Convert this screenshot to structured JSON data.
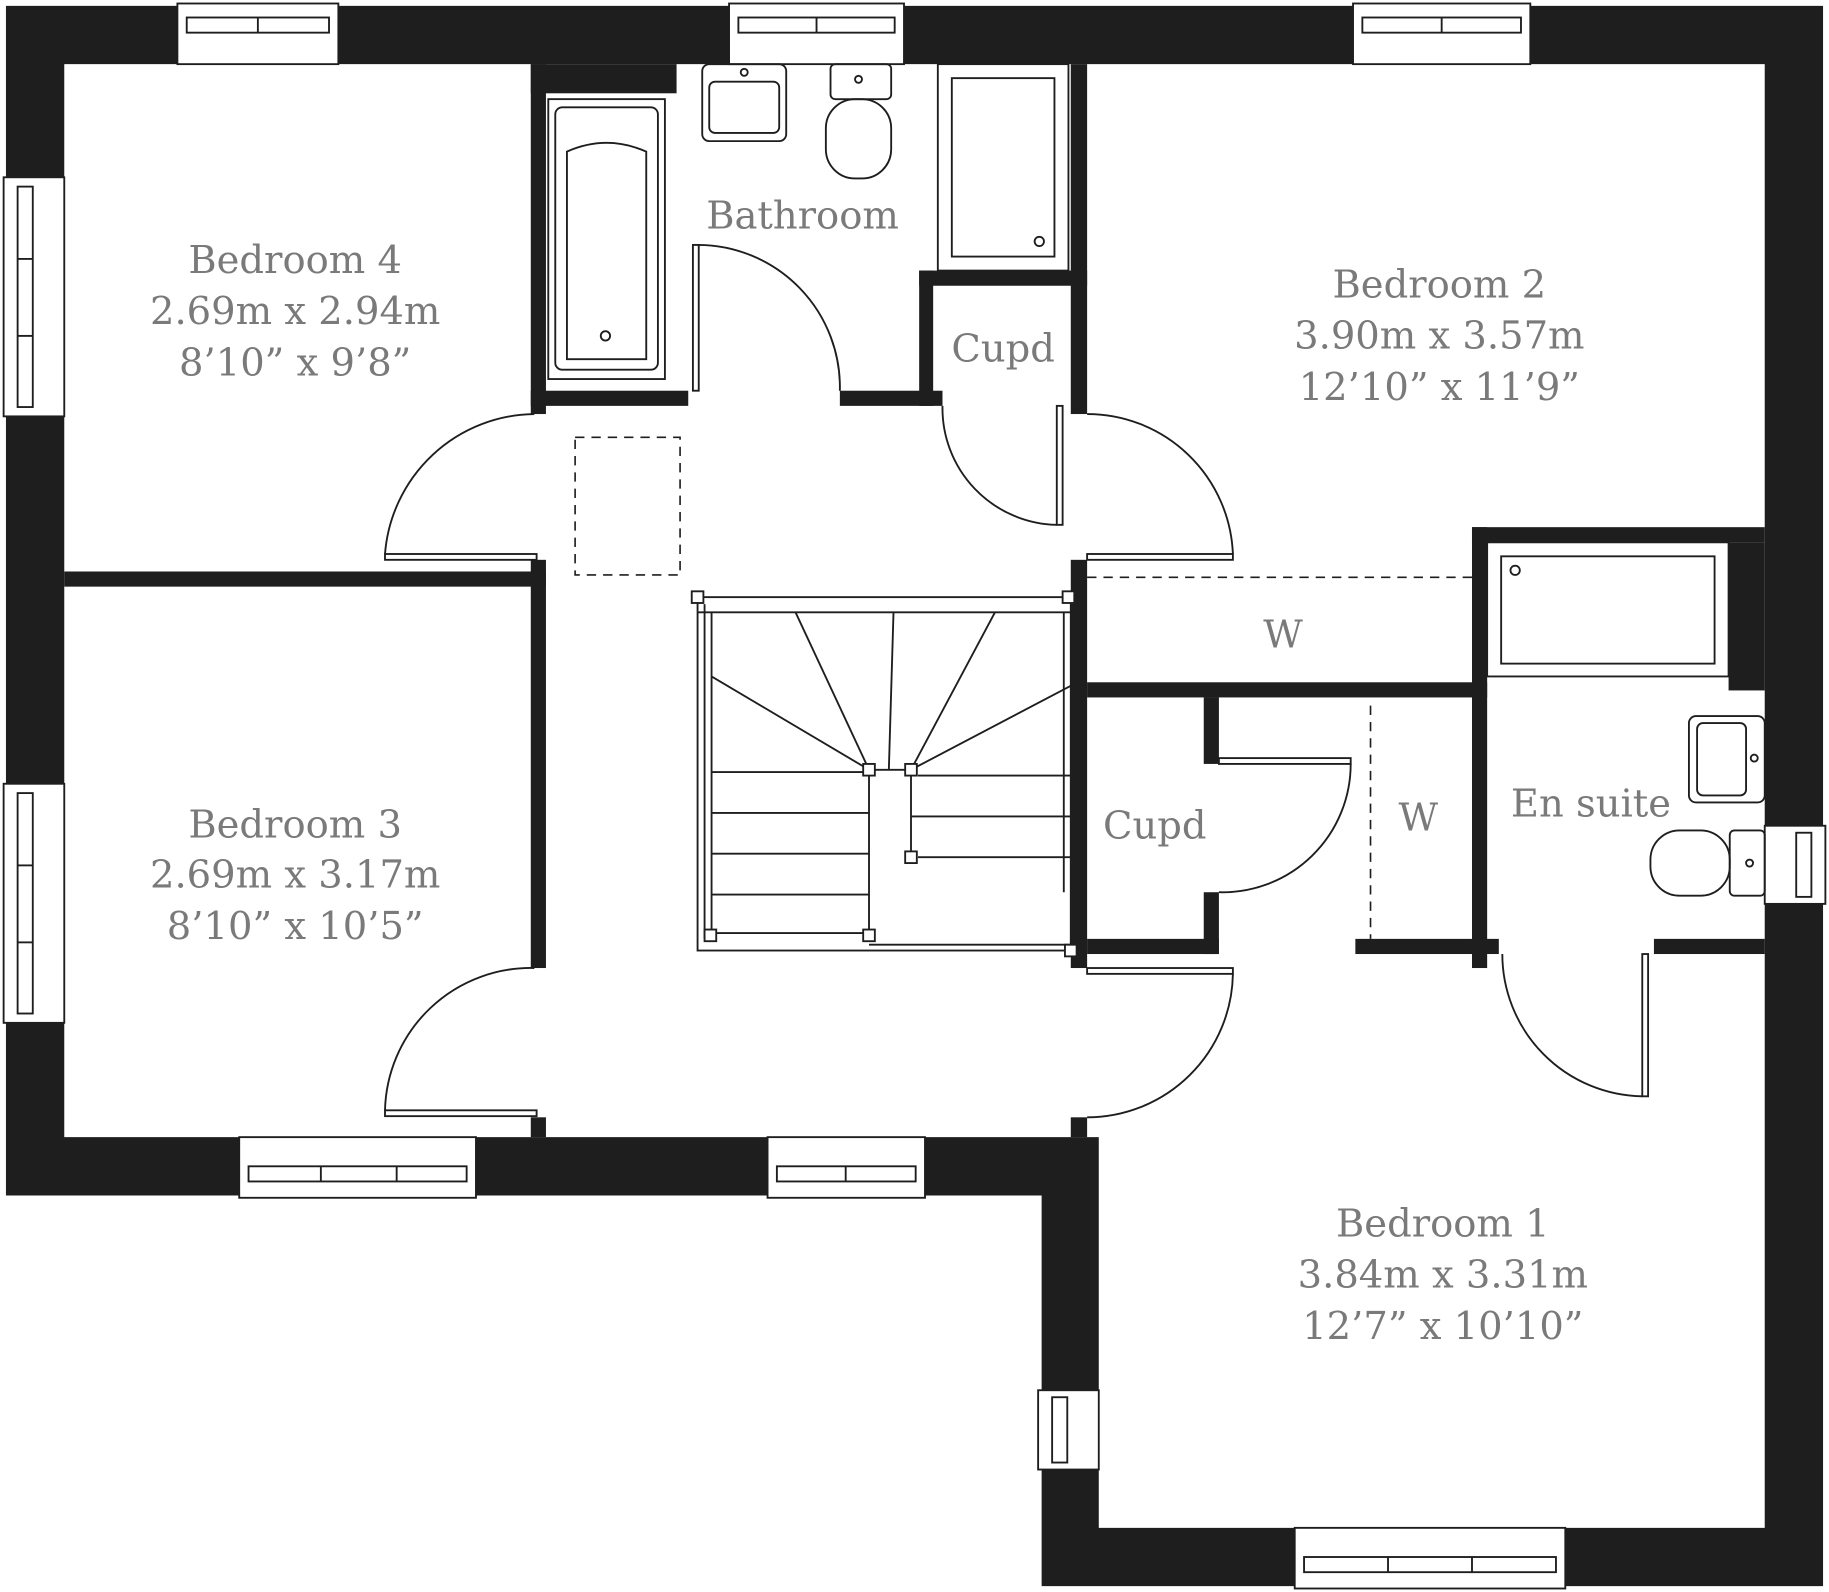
{
  "rooms": {
    "bedroom4": {
      "name": "Bedroom 4",
      "metric": "2.69m x 2.94m",
      "imperial": "8’10” x 9’8”"
    },
    "bathroom": {
      "name": "Bathroom"
    },
    "bedroom2": {
      "name": "Bedroom 2",
      "metric": "3.90m x 3.57m",
      "imperial": "12’10” x 11’9”"
    },
    "cupd_top": {
      "name": "Cupd"
    },
    "wardrobe_top": {
      "name": "W"
    },
    "cupd_lower": {
      "name": "Cupd"
    },
    "wardrobe_lower": {
      "name": "W"
    },
    "en_suite": {
      "name": "En suite"
    },
    "bedroom3": {
      "name": "Bedroom 3",
      "metric": "2.69m x 3.17m",
      "imperial": "8’10” x 10’5”"
    },
    "bedroom1": {
      "name": "Bedroom 1",
      "metric": "3.84m x 3.31m",
      "imperial": "12’7” x 10’10”"
    }
  },
  "colors": {
    "wall": "#1e1e1e",
    "label": "#7a7a7a",
    "background": "#ffffff"
  }
}
